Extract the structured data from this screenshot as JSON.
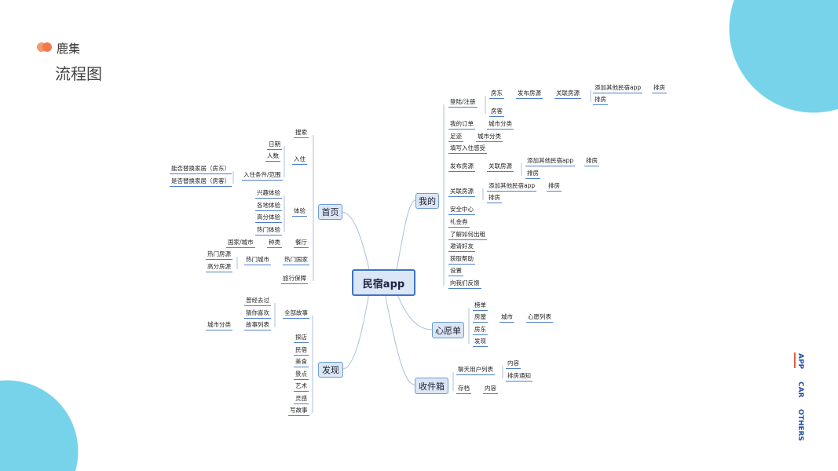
{
  "header": {
    "brand": "鹿集",
    "title": "流程图",
    "accent": "#f07a4a"
  },
  "nav": [
    "APP",
    "CAR",
    "OTHERS"
  ],
  "mindmap": {
    "root": "民宿app",
    "home": {
      "label": "首页",
      "search": "搜索",
      "checkin": {
        "label": "入住",
        "date": "日期",
        "guests": "人数",
        "conditions": "入住条件/范围",
        "replace_host": "能否替换家居（房东）",
        "replace_guest": "是否替换家居（房客）"
      },
      "experience": {
        "label": "体验",
        "items": [
          "兴趣体验",
          "各地体验",
          "高分体验",
          "热门体验"
        ]
      },
      "restaurant": {
        "label": "餐厅",
        "type": "种类",
        "country_city": "国家/城市"
      },
      "hot_country": {
        "label": "热门国家",
        "hot_city": "热门城市",
        "hot_listings": "热门房源",
        "top_listings": "高分房源"
      },
      "travel_guarantee": "旅行保障"
    },
    "discover": {
      "label": "发现",
      "stories": {
        "label": "全部故事",
        "visited": "曾经去过",
        "guess": "猜你喜欢",
        "list": "故事列表",
        "city_category": "城市分类"
      },
      "items": [
        "探店",
        "民宿",
        "美食",
        "景点",
        "艺术",
        "灵感",
        "写故事"
      ]
    },
    "mine": {
      "label": "我的",
      "login": "登陆/注册",
      "host": "房东",
      "publish": "发布房源",
      "link": "关联房源",
      "add_app": "添加其他民宿app",
      "schedule": "排房",
      "guest": "房客",
      "orders": "我的订单",
      "city_category": "城市分类",
      "footprints": "足迹",
      "review": "填写入住感受",
      "items": [
        "安全中心",
        "礼金券",
        "了解如何出租",
        "邀请好友",
        "获取帮助",
        "设置",
        "向我们反馈"
      ]
    },
    "wishlist": {
      "label": "心愿单",
      "ranking": "榜单",
      "house": "房屋",
      "city": "城市",
      "wish_list": "心愿列表",
      "host": "房东",
      "discover": "发现"
    },
    "inbox": {
      "label": "收件箱",
      "chat_users": "聊天用户列表",
      "content": "内容",
      "schedule_notice": "排房通知",
      "archive": "存档"
    }
  }
}
